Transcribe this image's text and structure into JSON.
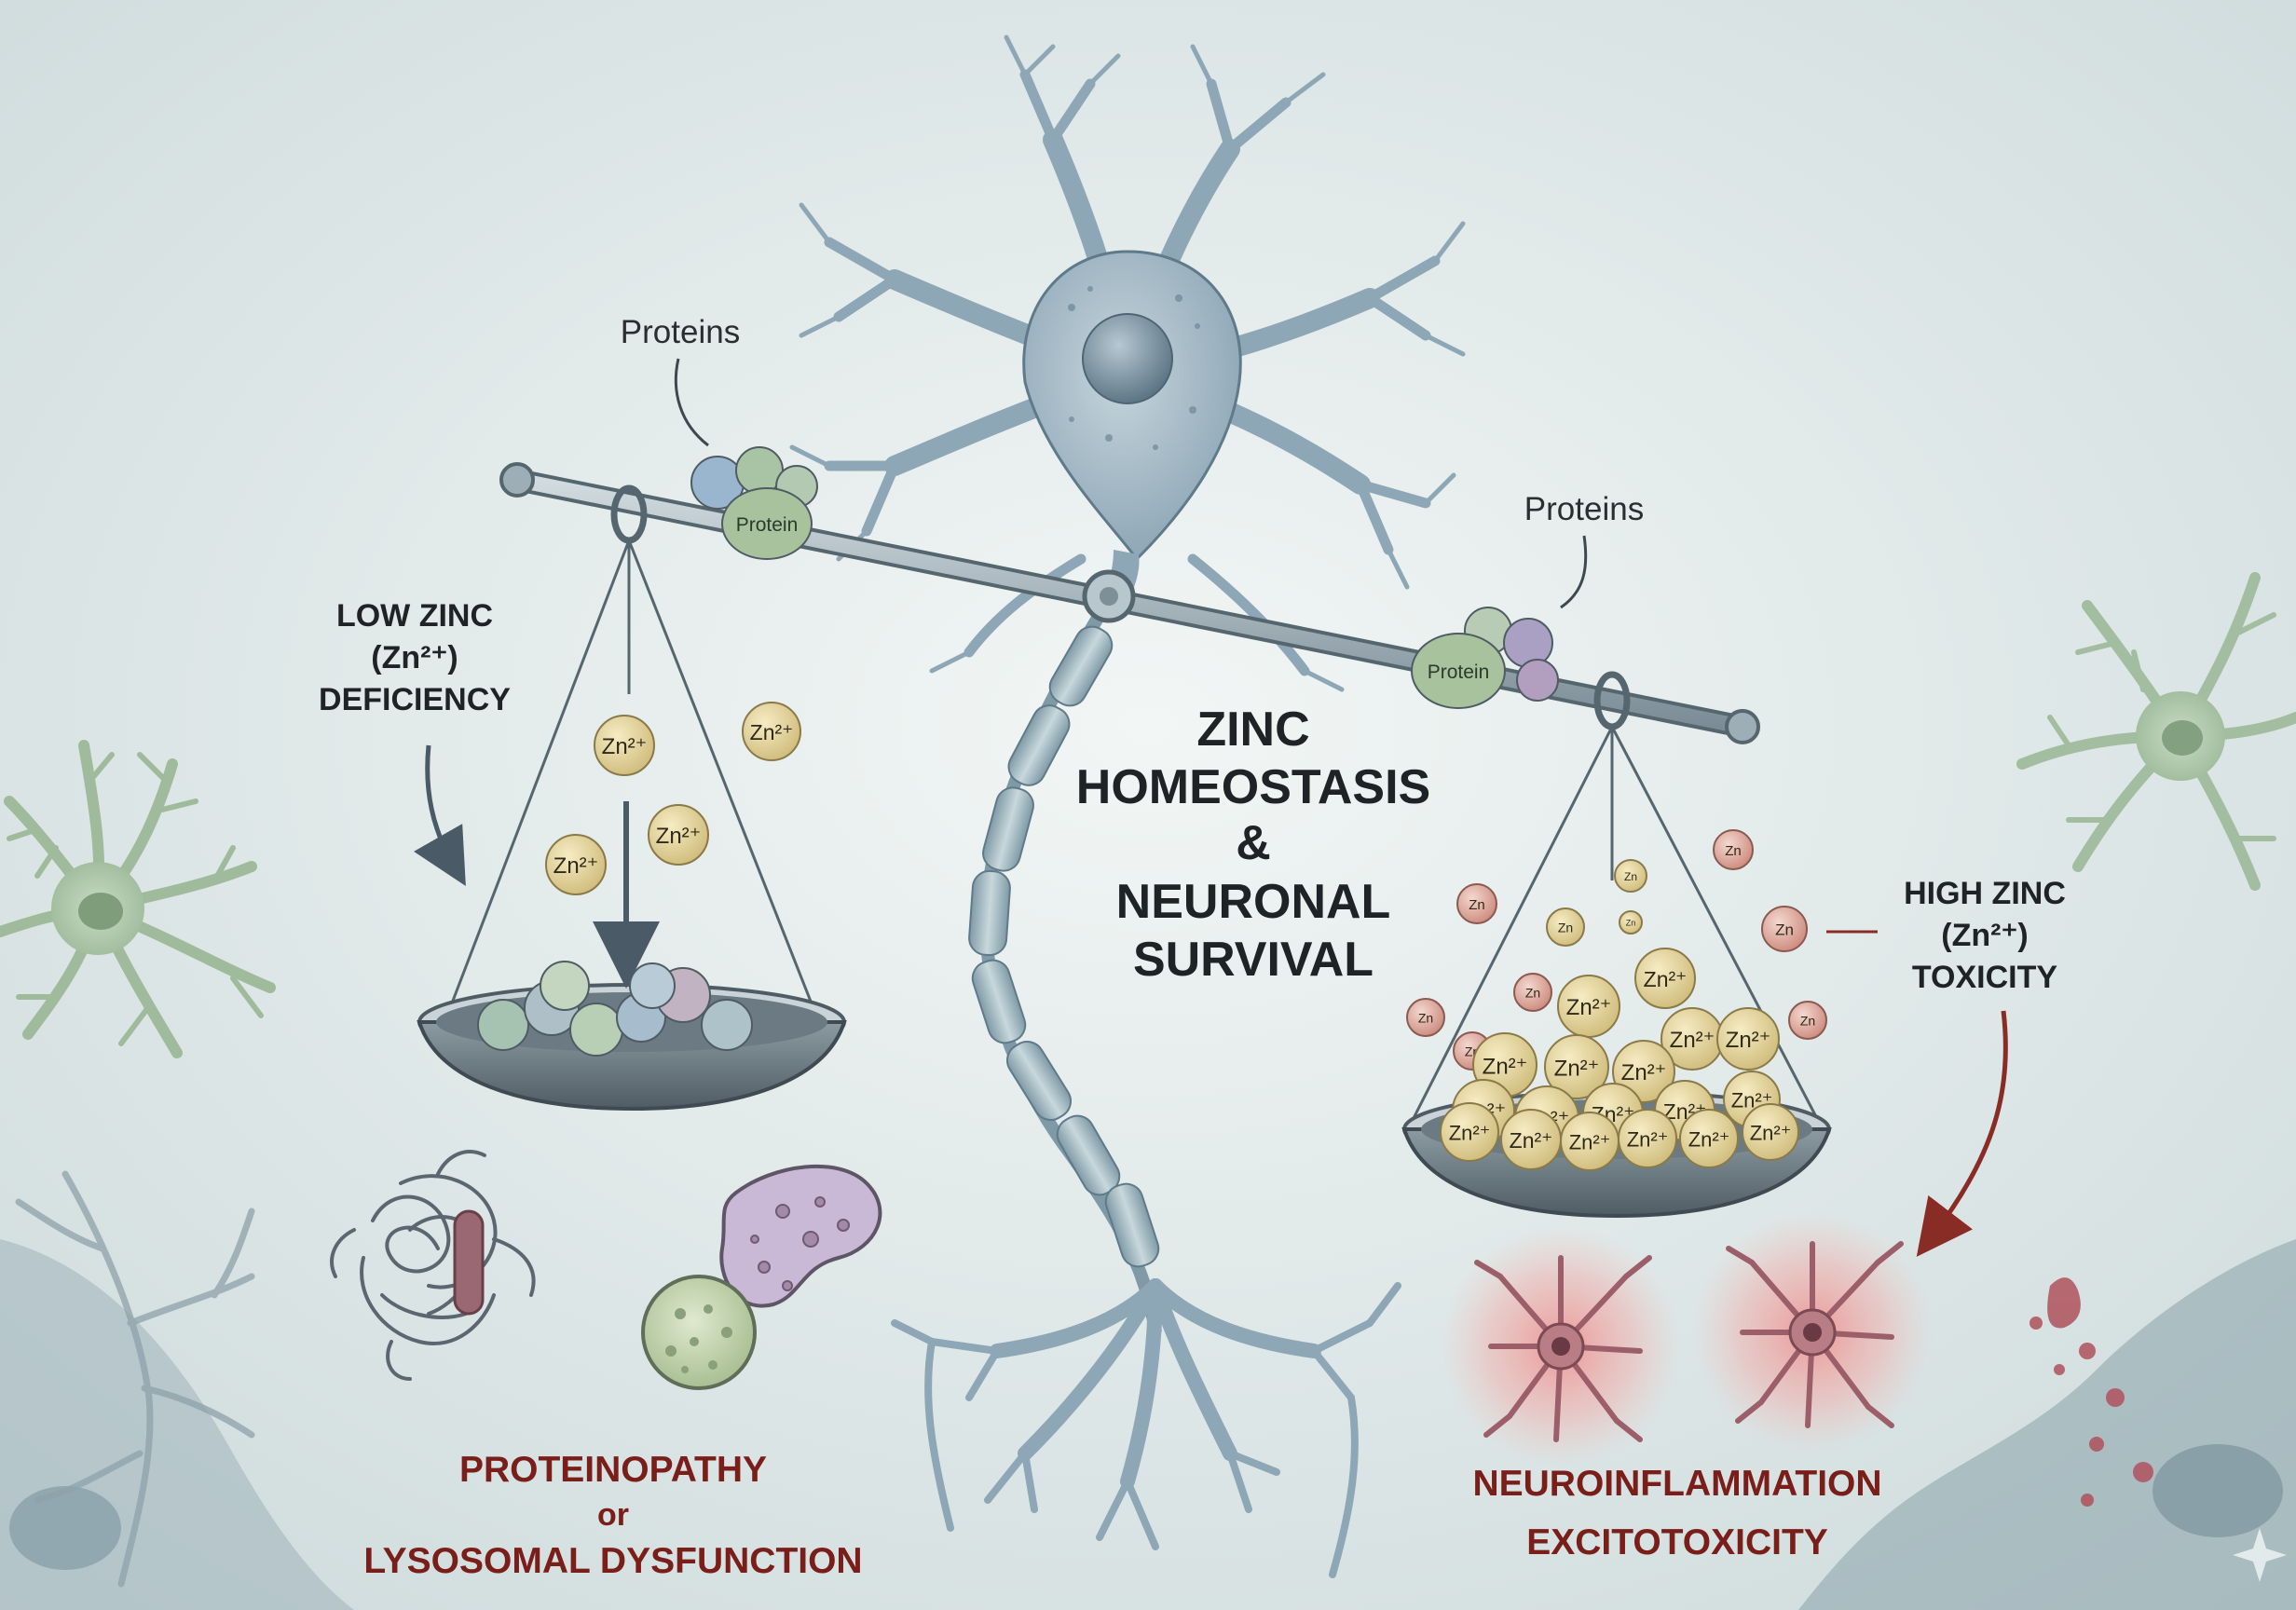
{
  "title": {
    "line1": "ZINC",
    "line2": "HOMEOSTASIS",
    "line3": "&",
    "line4": "NEURONAL",
    "line5": "SURVIVAL"
  },
  "left_side": {
    "callout": "Proteins",
    "protein_label": "Protein",
    "heading": {
      "line1": "LOW ZINC",
      "line2": "(Zn²⁺)",
      "line3": "DEFICIENCY"
    },
    "ions": [
      "Zn²⁺",
      "Zn²⁺",
      "Zn²⁺",
      "Zn²⁺"
    ],
    "outcome": {
      "line1": "PROTEINOPATHY",
      "line2": "or",
      "line3": "LYSOSOMAL DYSFUNCTION"
    }
  },
  "right_side": {
    "callout": "Proteins",
    "protein_label": "Protein",
    "heading": {
      "line1": "HIGH ZINC",
      "line2": "(Zn²⁺)",
      "line3": "TOXICITY"
    },
    "outcome": {
      "line1": "NEUROINFLAMMATION",
      "line2": "EXCITOTOXICITY"
    },
    "ion_label_full": "Zn²⁺",
    "ion_label_short": "Zn"
  },
  "colors": {
    "background": "#e6eeee",
    "neuron": "#8ea7b6",
    "glia": "#a9c2a6",
    "zinc": "#e6d7a1",
    "zinc_toxic": "#e2b2a8",
    "accent_red": "#7a1e1a",
    "inflamed": "#e66e6e"
  }
}
